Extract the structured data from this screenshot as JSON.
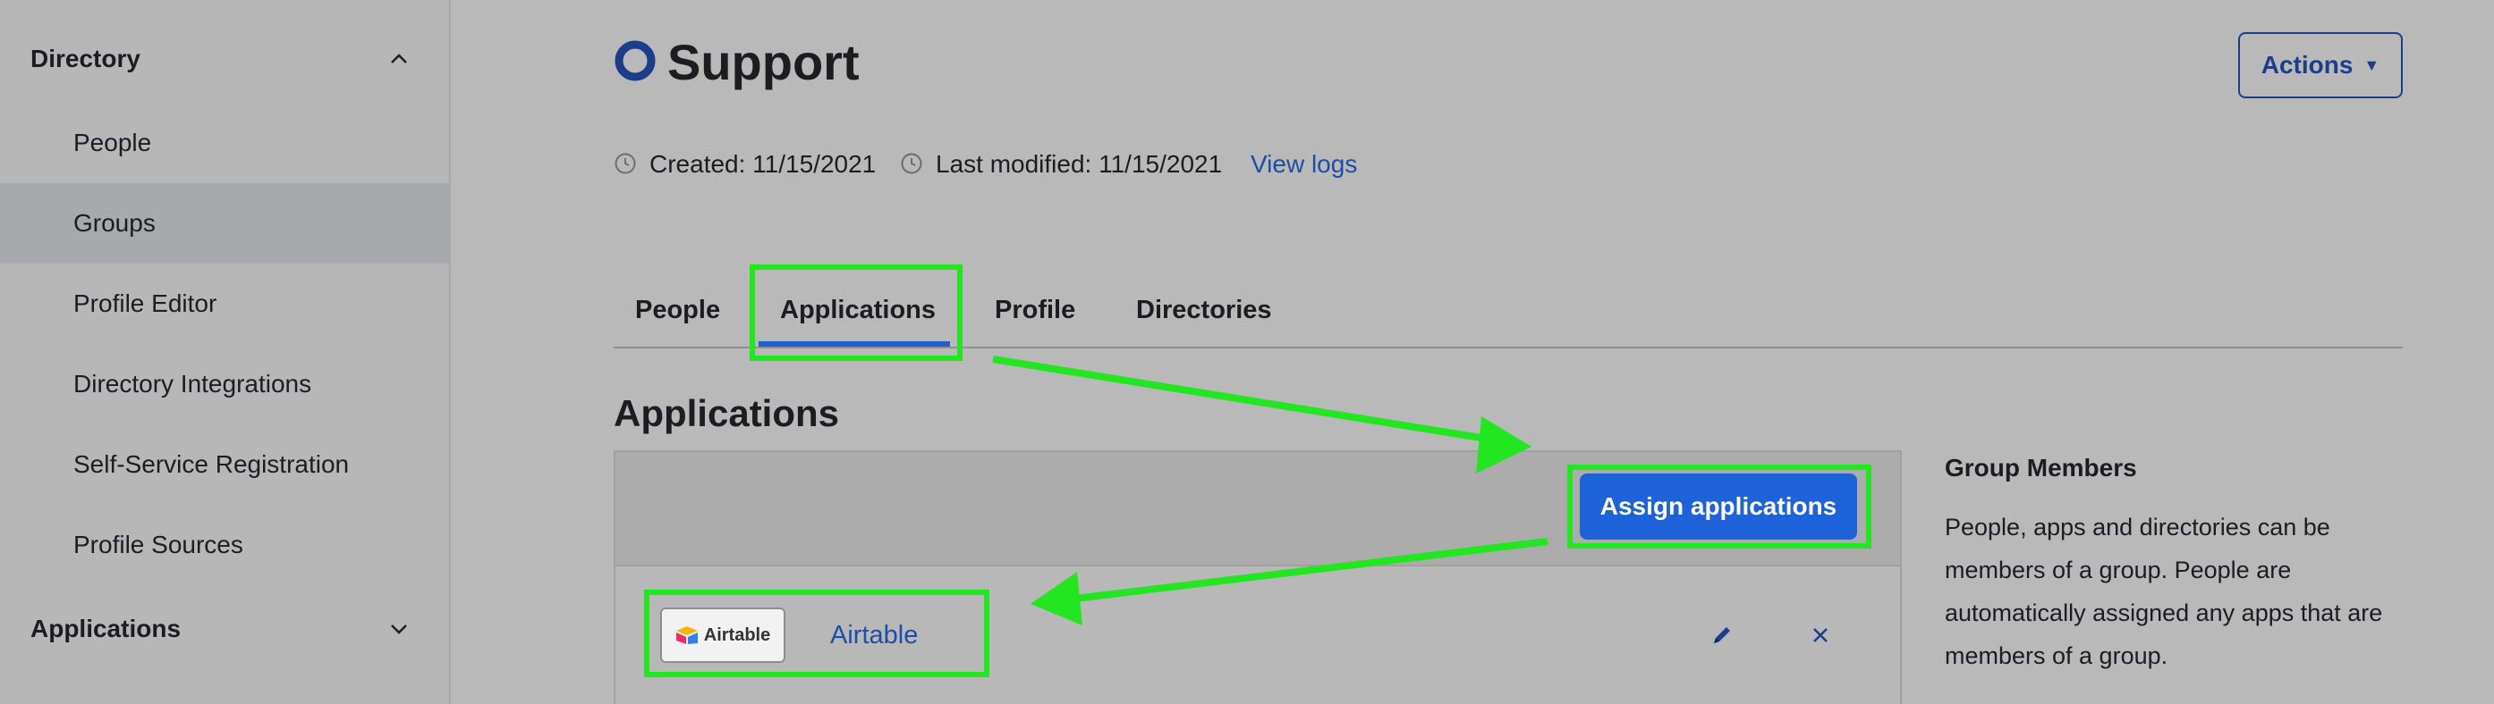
{
  "sidebar": {
    "section_directory": "Directory",
    "items": [
      {
        "label": "People"
      },
      {
        "label": "Groups"
      },
      {
        "label": "Profile Editor"
      },
      {
        "label": "Directory Integrations"
      },
      {
        "label": "Self-Service Registration"
      },
      {
        "label": "Profile Sources"
      }
    ],
    "section_applications": "Applications"
  },
  "header": {
    "title": "Support",
    "actions_label": "Actions",
    "created": "Created: 11/15/2021",
    "modified": "Last modified: 11/15/2021",
    "view_logs": "View logs"
  },
  "tabs": [
    {
      "label": "People"
    },
    {
      "label": "Applications",
      "active": true
    },
    {
      "label": "Profile"
    },
    {
      "label": "Directories"
    }
  ],
  "main": {
    "heading": "Applications",
    "assign_label": "Assign applications",
    "app": {
      "logo_text": "Airtable",
      "name": "Airtable"
    }
  },
  "info": {
    "heading": "Group Members",
    "body": "People, apps and directories can be members of a group. People are automatically assigned any apps that are members of a group."
  },
  "colors": {
    "accent": "#1d62d8",
    "highlight": "#22e61f",
    "link": "#1c4ea8"
  }
}
